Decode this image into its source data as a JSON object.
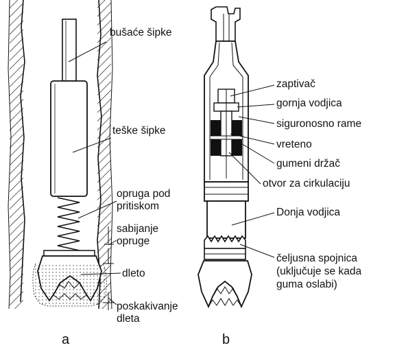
{
  "panel_a": {
    "caption": "a",
    "labels": {
      "drill_pipe": "bušaće šipke",
      "drill_collar": "teške šipke",
      "spring_1": "opruga pod",
      "spring_2": "pritiskom",
      "compression_1": "sabijanje",
      "compression_2": "opruge",
      "bit": "dleto",
      "bounce_1": "poskakivanje",
      "bounce_2": "dleta"
    }
  },
  "panel_b": {
    "caption": "b",
    "labels": {
      "seal": "zaptivač",
      "upper_guide": "gornja vodjica",
      "safety_shoulder": "siguronosno rame",
      "spindle": "vreteno",
      "rubber_holder": "gumeni držač",
      "circulation_hole": "otvor za cirkulaciju",
      "lower_guide": "Donja vodjica",
      "clutch_1": "čeljusna spojnica",
      "clutch_2": "(uključuje se kada",
      "clutch_3": "guma oslabi)"
    }
  }
}
